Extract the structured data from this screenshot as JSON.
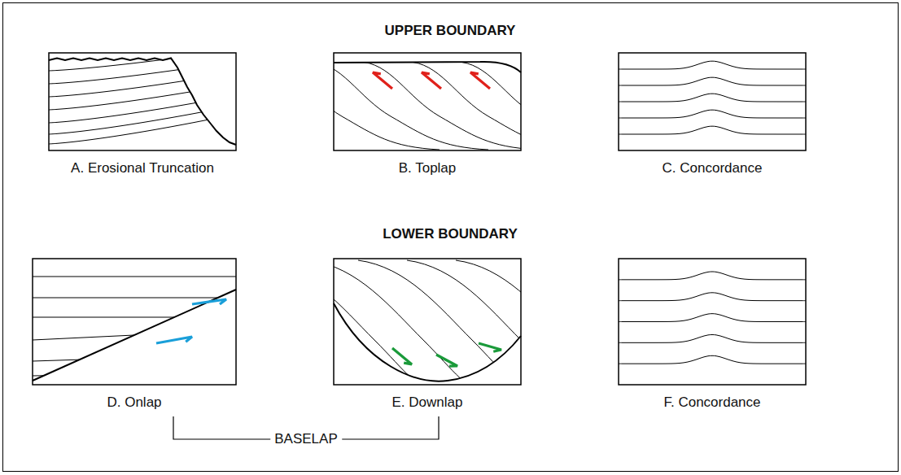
{
  "diagram": {
    "nodes": [
      {
        "text": [
          "A. Erosional Truncation"
        ]
      },
      {
        "text": [
          "B. Toplap"
        ]
      },
      {
        "text": [
          "C. Concordance"
        ]
      },
      {
        "text": [
          "D. Onlap"
        ]
      },
      {
        "text": [
          "E. Downlap"
        ]
      },
      {
        "text": [
          "F. Concordance"
        ]
      }
    ],
    "labels": [
      "UPPER BOUNDARY",
      "LOWER BOUNDARY",
      "BASELAP"
    ]
  }
}
